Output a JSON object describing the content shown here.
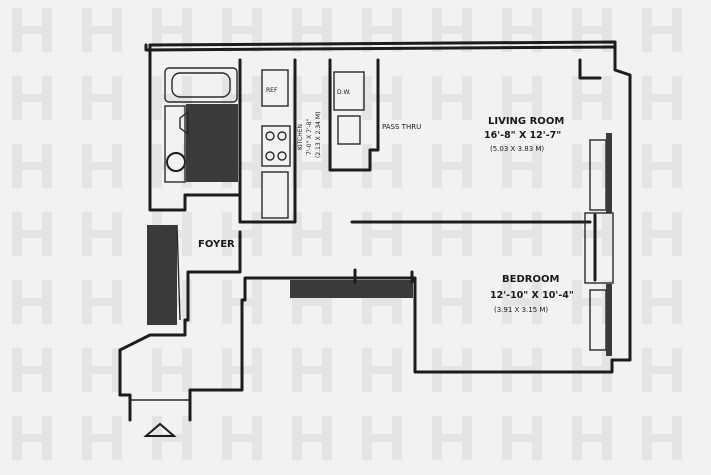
{
  "rooms": {
    "living": {
      "name": "LIVING ROOM",
      "dims": "16'-8\" X 12'-7\"",
      "metric": "(5.03 X 3.83 M)"
    },
    "bedroom": {
      "name": "BEDROOM",
      "dims": "12'-10\" X 10'-4\"",
      "metric": "(3.91 X 3.15 M)"
    },
    "foyer": {
      "name": "FOYER"
    },
    "kitchen": {
      "name": "KITCHEN",
      "dims": "7'-0\" X 7'-8\"",
      "metric": "(2.13 X 2.34 M)"
    },
    "pass": {
      "name": "PASS THRU"
    }
  },
  "fixtures": {
    "refrigerator": "REF",
    "dishwasher": "D.W."
  },
  "colors": {
    "ink": "#1c1c1c",
    "paper": "#f2f2f2",
    "watermark": "#e4e4e4"
  }
}
